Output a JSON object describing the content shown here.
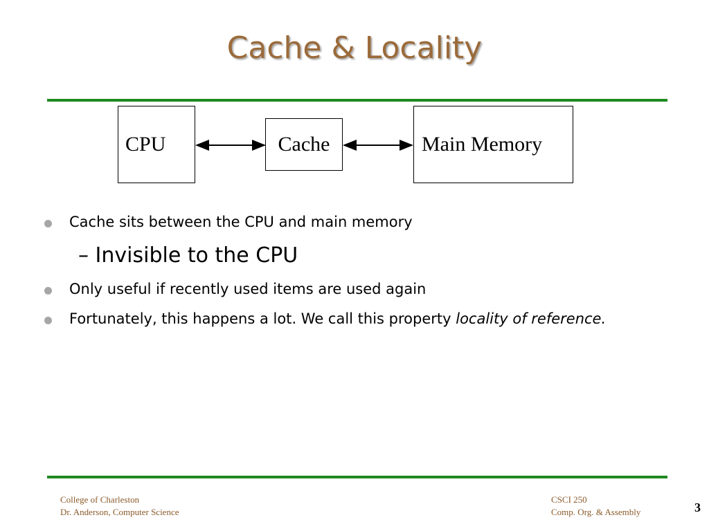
{
  "slide": {
    "title": "Cache & Locality",
    "title_color": "#9b6a39",
    "rule_color": "#1e8a1e"
  },
  "diagram": {
    "cpu_label": "CPU",
    "cache_label": "Cache",
    "memory_label": "Main Memory"
  },
  "bullets": {
    "b1": "Cache sits between the CPU and main memory",
    "sub1": "Invisible to the CPU",
    "sub_dash": "–",
    "b2": "Only useful if recently used items are used again",
    "b3_text": "Fortunately, this happens a lot.  We call this property ",
    "b3_emphasis": "locality of reference."
  },
  "footer": {
    "left_line1": "College of Charleston",
    "left_line2": "Dr. Anderson, Computer Science",
    "right_line1": "CSCI 250",
    "right_line2": "Comp. Org. & Assembly",
    "page_number": "3"
  }
}
